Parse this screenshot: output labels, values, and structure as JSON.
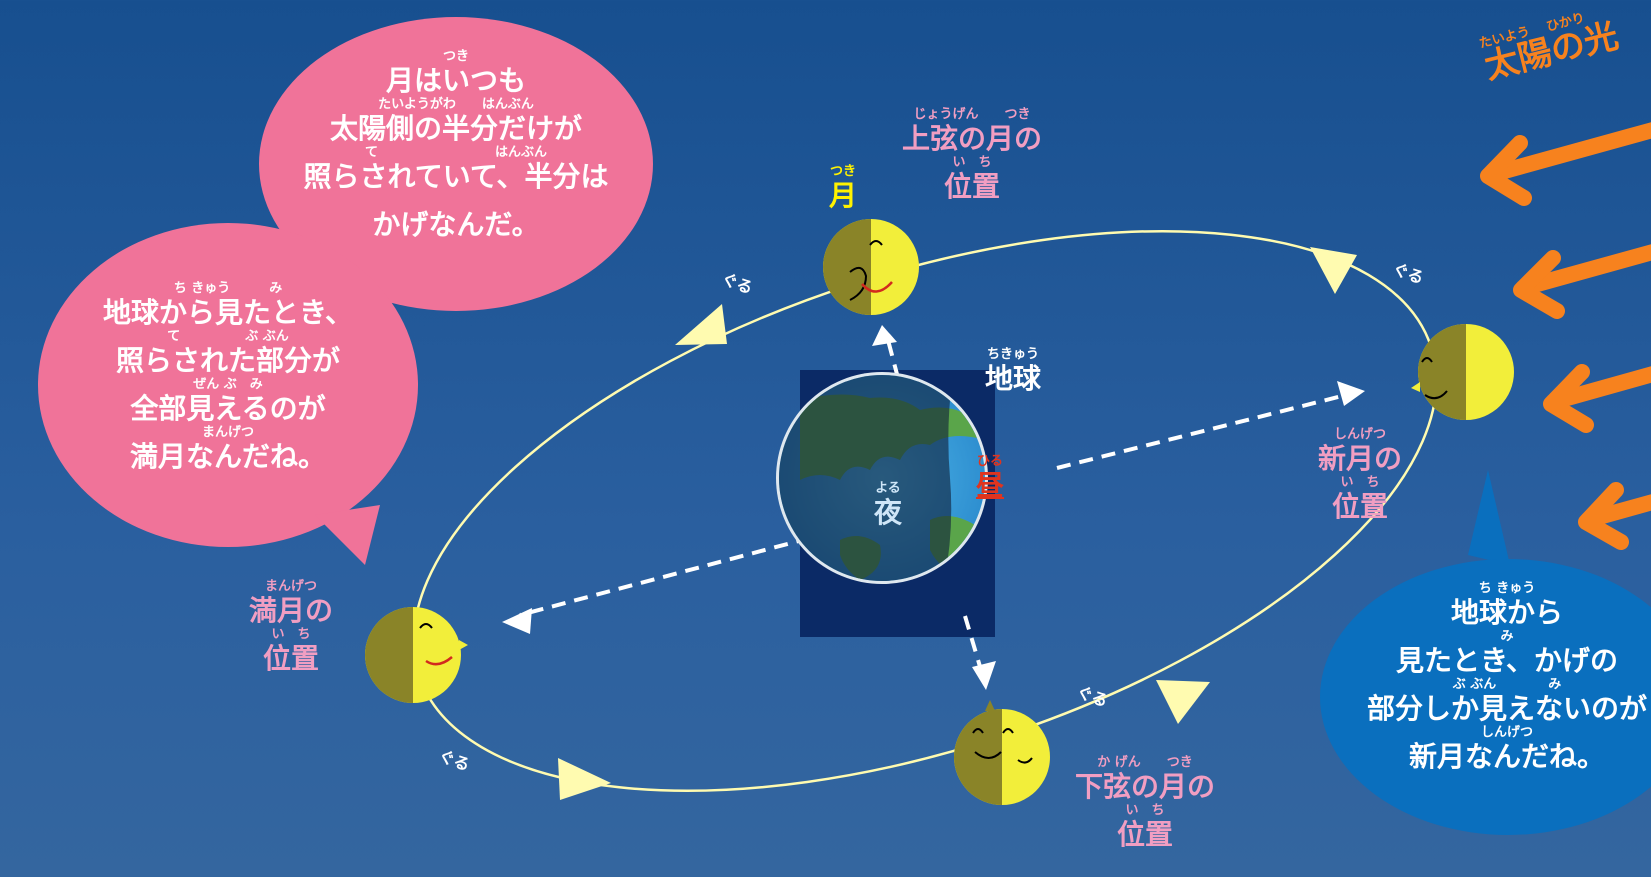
{
  "sunlight": {
    "ruby": "たいよう　 ひかり",
    "text": "太陽の光"
  },
  "moon_label": {
    "ruby": "つき",
    "text": "月"
  },
  "earth_label": {
    "ruby": "ちきゅう",
    "text": "地球"
  },
  "night_label": {
    "ruby": "よる",
    "text": "夜"
  },
  "day_label": {
    "ruby": "ひる",
    "text": "昼"
  },
  "first_quarter": {
    "ruby1": "じょうげん　　つき",
    "line1": "上弦の月の",
    "ruby2": "い　ち",
    "line2": "位置"
  },
  "new_moon": {
    "ruby1": "しんげつ",
    "line1": "新月の",
    "ruby2": "い　ち",
    "line2": "位置"
  },
  "full_moon": {
    "ruby1": "まんげつ",
    "line1": "満月の",
    "ruby2": "い　ち",
    "line2": "位置"
  },
  "last_quarter": {
    "ruby1": "か げん　　つき",
    "line1": "下弦の月の",
    "ruby2": "い　ち",
    "line2": "位置"
  },
  "orbit_word": "ぐる",
  "bubble_top": {
    "r1": "つき",
    "l1": "月はいつも",
    "r2": "たいようがわ　　はんぶん",
    "l2": "太陽側の半分だけが",
    "r3": "て　　　　　　　　　はんぶん",
    "l3": "照らされていて、半分は",
    "l4": "かげなんだ。"
  },
  "bubble_left": {
    "r1": "ち きゅう　　　み",
    "l1": "地球から見たとき、",
    "r2": "て　　　　　ぶ ぶん",
    "l2": "照らされた部分が",
    "r3": "ぜん ぶ　み",
    "l3": "全部見えるのが",
    "r4": "まんげつ",
    "l4": "満月なんだね。"
  },
  "bubble_right": {
    "r1": "ち きゅう",
    "l1": "地球から",
    "r2": "み",
    "l2": "見たとき、かげの",
    "r3": "ぶ ぶん　　　　み",
    "l3": "部分しか見えないのが",
    "r4": "しんげつ",
    "l4": "新月なんだね。"
  },
  "colors": {
    "pink_bubble": "#f07399",
    "blue_bubble": "#0a6fbe",
    "orbit": "#fffbb0",
    "moon_lit": "#f2ee3a",
    "moon_dark": "#8a8428",
    "arrow": "#f7821e",
    "label_pink": "#f19ec2"
  }
}
